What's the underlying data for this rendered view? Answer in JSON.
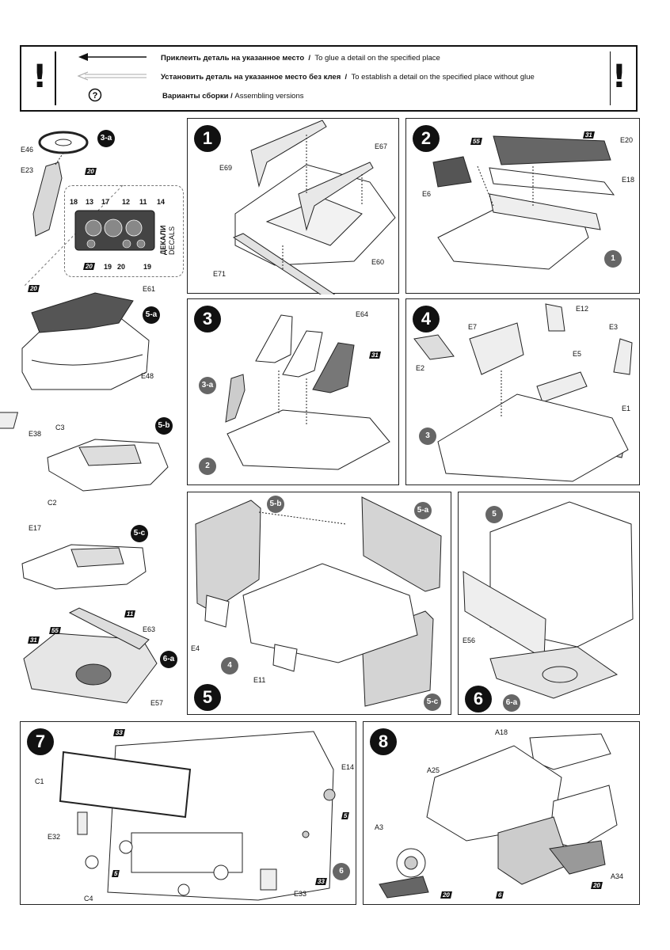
{
  "legend": {
    "rows": [
      {
        "ru": "Приклеить деталь на указанное место",
        "sep": "/",
        "en": "To glue a detail on the specified place"
      },
      {
        "ru": "Установить деталь на указанное место без клея",
        "sep": "/",
        "en": "To establish a detail on the specified place without glue"
      },
      {
        "ru": "Варианты сборки /",
        "sep": "",
        "en": "Assembling versions"
      }
    ],
    "excl": "!",
    "help_icon": "?"
  },
  "decals": {
    "ru": "ДЕКАЛИ",
    "en": "DECALS",
    "numbers": [
      "18",
      "13",
      "17",
      "12",
      "11",
      "14",
      "19",
      "20",
      "19"
    ],
    "star": "20"
  },
  "steps": [
    {
      "num": "1",
      "labels": [
        "E69",
        "E67",
        "E71",
        "E60"
      ]
    },
    {
      "num": "2",
      "labels": [
        "E20",
        "E18",
        "E6"
      ],
      "stars": [
        "55",
        "31"
      ],
      "refs": [
        "1"
      ]
    },
    {
      "num": "3",
      "labels": [
        "E64"
      ],
      "stars": [
        "31"
      ],
      "refs": [
        "3-a",
        "2"
      ]
    },
    {
      "num": "4",
      "labels": [
        "E12",
        "E7",
        "E3",
        "E2",
        "E5",
        "E1"
      ],
      "refs": [
        "3"
      ]
    },
    {
      "num": "5",
      "labels": [
        "E4",
        "E11"
      ],
      "refs": [
        "5-b",
        "5-a",
        "4",
        "5-c"
      ]
    },
    {
      "num": "6",
      "labels": [
        "E56"
      ],
      "refs": [
        "5",
        "6-a"
      ]
    },
    {
      "num": "7",
      "labels": [
        "E14",
        "C1",
        "E32",
        "C4",
        "E33"
      ],
      "stars": [
        "33",
        "5",
        "5",
        "33"
      ],
      "refs": [
        "6"
      ]
    },
    {
      "num": "8",
      "labels": [
        "A18",
        "A25",
        "A3",
        "A34"
      ],
      "stars": [
        "20",
        "6",
        "20"
      ]
    }
  ],
  "sub": {
    "s3a": {
      "tag": "3-a",
      "labels": [
        "E46",
        "E23"
      ],
      "star": "20"
    },
    "s5a": {
      "tag": "5-a",
      "labels": [
        "E61",
        "E48"
      ],
      "star": "20"
    },
    "s5b": {
      "tag": "5-b",
      "labels": [
        "C3",
        "E38"
      ]
    },
    "s5c": {
      "tag": "5-c",
      "labels": [
        "C2",
        "E17"
      ]
    },
    "s6a": {
      "tag": "6-a",
      "labels": [
        "E63",
        "E57"
      ],
      "stars": [
        "11",
        "55",
        "31"
      ]
    }
  }
}
